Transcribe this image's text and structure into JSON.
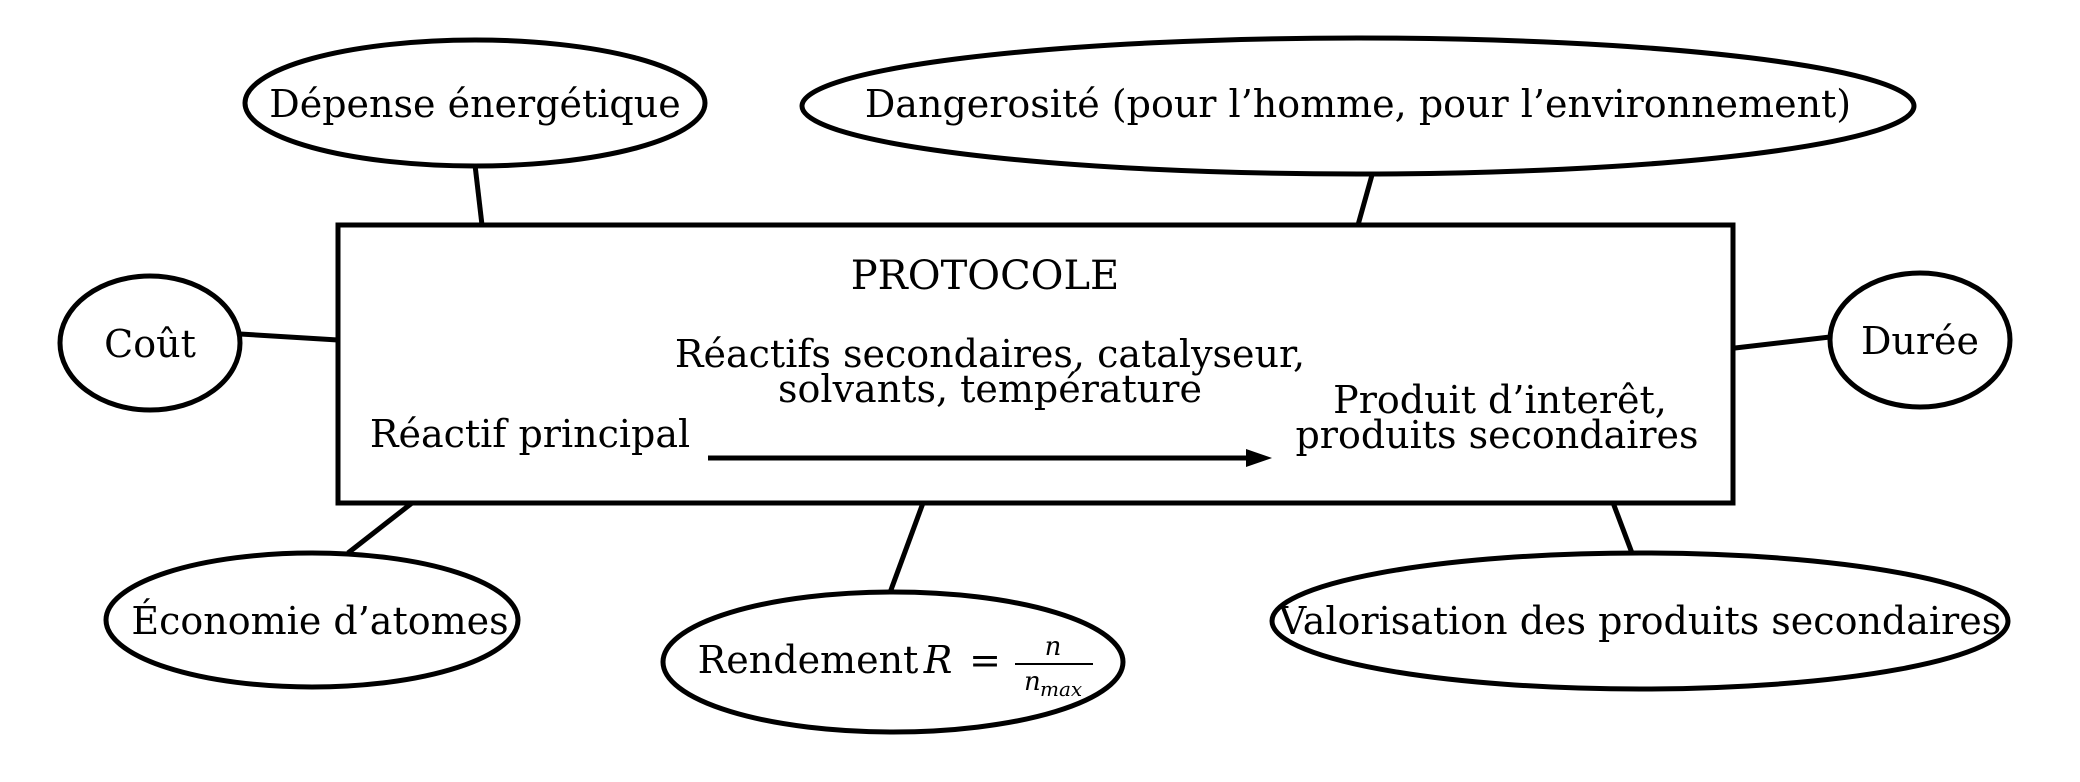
{
  "protocol": {
    "title": "PROTOCOLE",
    "reactant": "Réactif principal",
    "conditions_line1": "Réactifs secondaires, catalyseur,",
    "conditions_line2": "solvants, température",
    "product_line1": "Produit d’interêt,",
    "product_line2": "produits secondaires"
  },
  "criteria": {
    "energy": "Dépense énergétique",
    "danger": "Dangerosité (pour l’homme, pour l’environnement)",
    "cost": "Coût",
    "duration": "Durée",
    "atom_economy": "Économie d’atomes",
    "yield_label": "Rendement",
    "yield_formula": {
      "lhs": "R",
      "equals": "=",
      "numerator": "n",
      "denominator": "n",
      "denominator_sub": "max"
    },
    "byproducts": "Valorisation des produits secondaires"
  }
}
